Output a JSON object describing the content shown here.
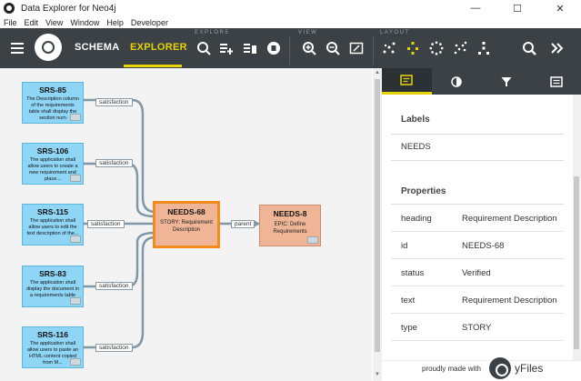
{
  "window": {
    "title": "Data Explorer for Neo4j",
    "minimize": "—",
    "maximize": "☐",
    "close": "✕"
  },
  "menu": [
    "File",
    "Edit",
    "View",
    "Window",
    "Help",
    "Developer"
  ],
  "toolbar": {
    "schema_label": "SCHEMA",
    "explorer_label": "EXPLORER",
    "groups": {
      "explore": "EXPLORE",
      "view": "VIEW",
      "layout": "LAYOUT"
    },
    "active_tab": "EXPLORER",
    "accent": "#e6d400"
  },
  "graph": {
    "srs_nodes": [
      {
        "id": "SRS-85",
        "text": "The Description column of the requirements table shall display the section num"
      },
      {
        "id": "SRS-106",
        "text": "The application shall allow users to create a new requirement and place..."
      },
      {
        "id": "SRS-115",
        "text": "The application shall allow users to edit the text description of the..."
      },
      {
        "id": "SRS-83",
        "text": "The application shall display the document in a requirements table"
      },
      {
        "id": "SRS-116",
        "text": "The application shall allow users to paste an HTML content copied from M..."
      }
    ],
    "relationships": [
      "satisfaction",
      "satisfaction",
      "satisfaction",
      "satisfaction",
      "satisfaction"
    ],
    "parent_label": "parent",
    "needs68": {
      "id": "NEEDS-68",
      "text": "STORY: Requirement Description"
    },
    "needs8": {
      "id": "NEEDS-8",
      "text": "EPIC: Define Requirements"
    },
    "colors": {
      "srs": "#8fd6f6",
      "needs": "#efb596",
      "selected_border": "#f28c1d"
    }
  },
  "panel": {
    "tabs": [
      "details-icon",
      "style-icon",
      "filter-icon",
      "list-icon"
    ],
    "labels_heading": "Labels",
    "labels_value": "NEEDS",
    "properties_heading": "Properties",
    "properties": [
      {
        "key": "heading",
        "value": "Requirement Description"
      },
      {
        "key": "id",
        "value": "NEEDS-68"
      },
      {
        "key": "status",
        "value": "Verified"
      },
      {
        "key": "text",
        "value": "Requirement Description"
      },
      {
        "key": "type",
        "value": "STORY"
      }
    ],
    "footer_text": "proudly made with",
    "footer_brand": "yFiles"
  }
}
